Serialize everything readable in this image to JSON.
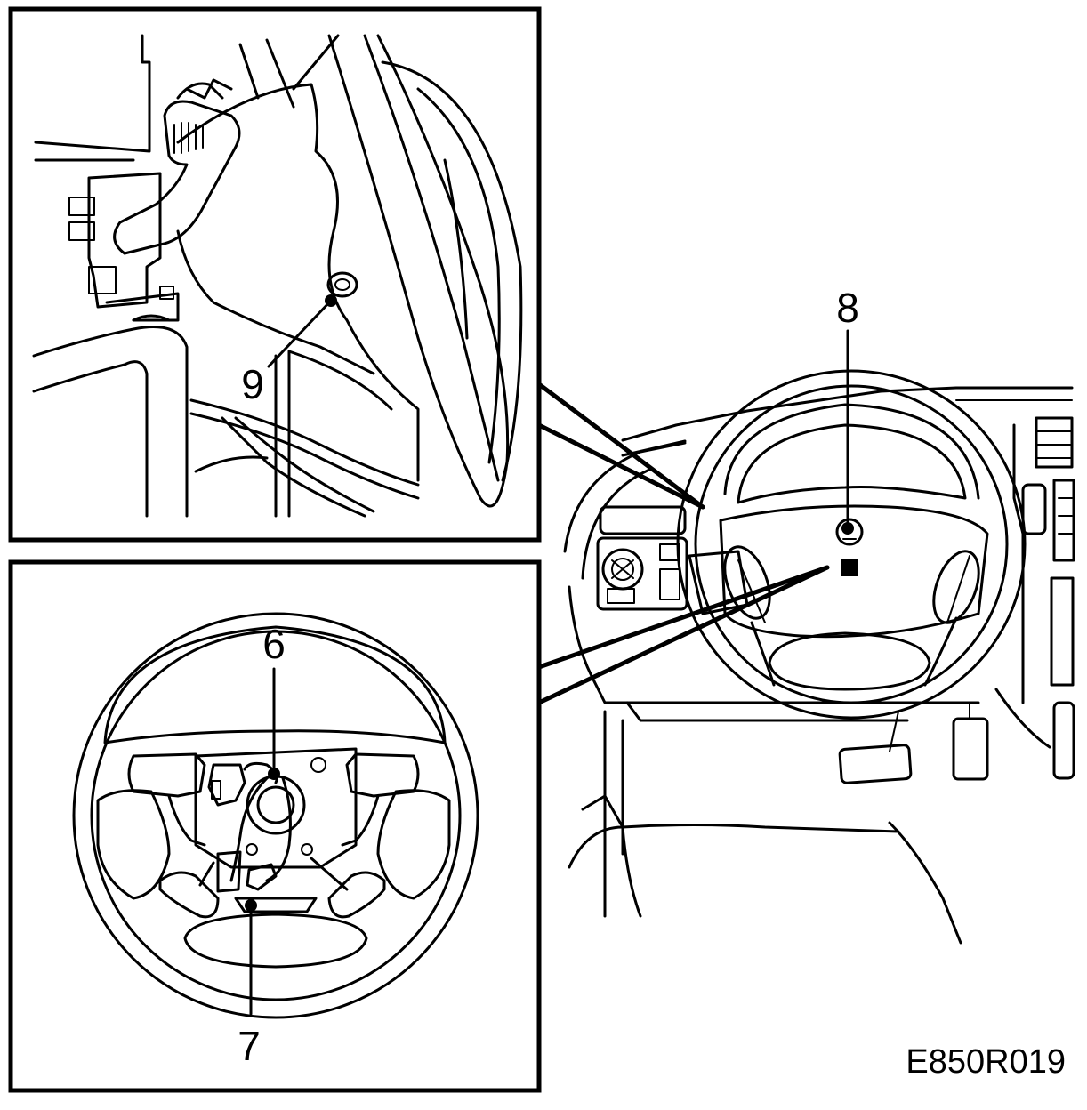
{
  "figure": {
    "code": "E850R019"
  },
  "callouts": {
    "c6": "6",
    "c7": "7",
    "c8": "8",
    "c9": "9"
  },
  "colors": {
    "line": "#000000",
    "background": "#ffffff"
  }
}
